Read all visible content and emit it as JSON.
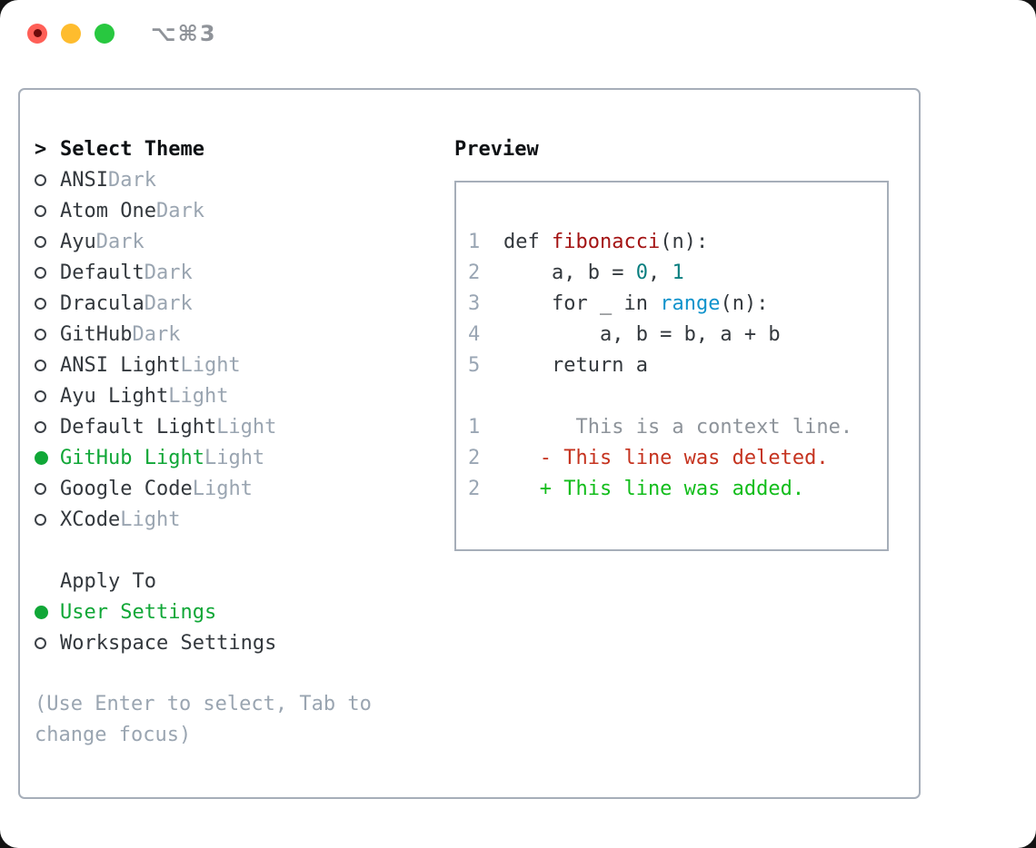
{
  "window": {
    "title": "⌥⌘3"
  },
  "traffic_lights": [
    {
      "name": "close-button",
      "color": "#ff5f57",
      "dot": true
    },
    {
      "name": "minimize-button",
      "color": "#febc2e",
      "dot": false
    },
    {
      "name": "zoom-button",
      "color": "#28c840",
      "dot": false
    }
  ],
  "theme_picker": {
    "cursor": ">",
    "header": "Select Theme",
    "themes": [
      {
        "name": "ANSI",
        "tag": "Dark",
        "selected": false
      },
      {
        "name": "Atom One",
        "tag": "Dark",
        "selected": false
      },
      {
        "name": "Ayu",
        "tag": "Dark",
        "selected": false
      },
      {
        "name": "Default",
        "tag": "Dark",
        "selected": false
      },
      {
        "name": "Dracula",
        "tag": "Dark",
        "selected": false
      },
      {
        "name": "GitHub",
        "tag": "Dark",
        "selected": false
      },
      {
        "name": "ANSI Light",
        "tag": "Light",
        "selected": false
      },
      {
        "name": "Ayu Light",
        "tag": "Light",
        "selected": false
      },
      {
        "name": "Default Light",
        "tag": "Light",
        "selected": false
      },
      {
        "name": "GitHub Light",
        "tag": "Light",
        "selected": true
      },
      {
        "name": "Google Code",
        "tag": "Light",
        "selected": false
      },
      {
        "name": "XCode",
        "tag": "Light",
        "selected": false
      }
    ],
    "apply_to": {
      "header": "Apply To",
      "options": [
        {
          "label": "User Settings",
          "selected": true
        },
        {
          "label": "Workspace Settings",
          "selected": false
        }
      ]
    },
    "help_text": "(Use Enter to select, Tab to change focus)"
  },
  "preview": {
    "header": "Preview",
    "code_lines": [
      {
        "num": "1",
        "segments": [
          {
            "text": "def ",
            "style": "keyword"
          },
          {
            "text": "fibonacci",
            "style": "title"
          },
          {
            "text": "(n):",
            "style": "plain"
          }
        ]
      },
      {
        "num": "2",
        "segments": [
          {
            "text": "    a, b = ",
            "style": "plain"
          },
          {
            "text": "0",
            "style": "number"
          },
          {
            "text": ", ",
            "style": "plain"
          },
          {
            "text": "1",
            "style": "number"
          }
        ]
      },
      {
        "num": "3",
        "segments": [
          {
            "text": "    for",
            "style": "keyword"
          },
          {
            "text": " _ ",
            "style": "plain"
          },
          {
            "text": "in",
            "style": "keyword"
          },
          {
            "text": " ",
            "style": "plain"
          },
          {
            "text": "range",
            "style": "builtin"
          },
          {
            "text": "(n):",
            "style": "plain"
          }
        ]
      },
      {
        "num": "4",
        "segments": [
          {
            "text": "        a, b = b, a + b",
            "style": "plain"
          }
        ]
      },
      {
        "num": "5",
        "segments": [
          {
            "text": "    return",
            "style": "keyword"
          },
          {
            "text": " a",
            "style": "plain"
          }
        ]
      }
    ],
    "diff_lines": [
      {
        "num": "1",
        "text": "      This is a context line.",
        "kind": "context"
      },
      {
        "num": "2",
        "text": "   - This line was deleted.",
        "kind": "deleted"
      },
      {
        "num": "2",
        "text": "   + This line was added.",
        "kind": "added"
      }
    ],
    "colors": {
      "keyword": "#33383d",
      "plain": "#33383d",
      "title": "#a31313",
      "number": "#0b7f80",
      "builtin": "#0f93cc",
      "context": "#8d939a",
      "deleted": "#c5331f",
      "added": "#12bd1b",
      "line_number": "#9aa6b4",
      "selection_green": "#10a737"
    }
  }
}
